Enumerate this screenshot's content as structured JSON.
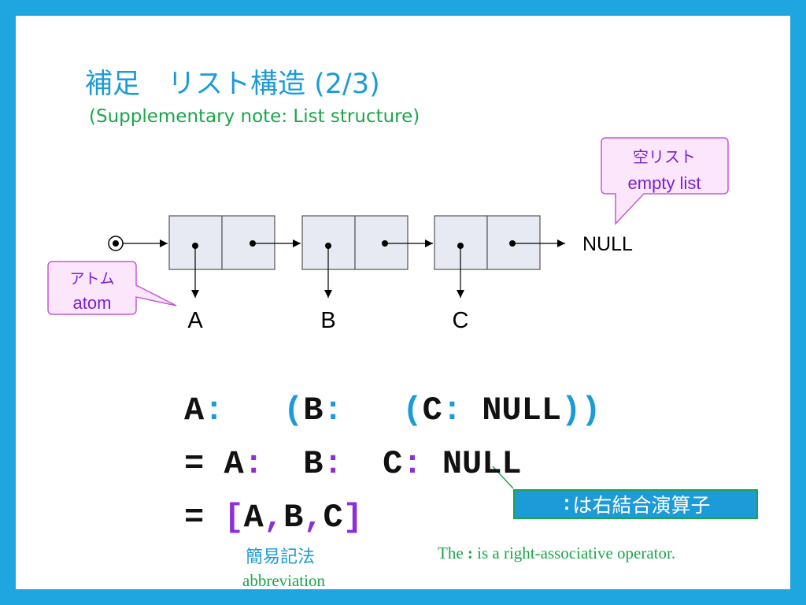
{
  "title": "補足　リスト構造 (2/3)",
  "subtitle": "(Supplementary note: List structure)",
  "diagram": {
    "nodes": [
      "A",
      "B",
      "C"
    ],
    "terminator": "NULL",
    "callout_empty": {
      "ja": "空リスト",
      "en": "empty list"
    },
    "callout_atom": {
      "ja": "アトム",
      "en": "atom"
    }
  },
  "code": {
    "line1": {
      "a": "A",
      "colon": ":",
      "open1": "(",
      "b": "B",
      "colon2": ":",
      "open2": "(",
      "c": "C",
      "colon3": ":",
      "null": "NULL",
      "close": "))"
    },
    "line2": {
      "eq": "=",
      "a": "A",
      "colon": ":",
      "b": "B",
      "colon2": ":",
      "c": "C",
      "colon3": ":",
      "null": "NULL"
    },
    "line3": {
      "eq": "=",
      "lbracket": "[",
      "a": "A",
      "comma1": ",",
      "b": "B",
      "comma2": ",",
      "c": "C",
      "rbracket": "]"
    }
  },
  "abbreviation": {
    "ja": "簡易記法",
    "en": "abbreviation"
  },
  "operator_note": {
    "symbol": ":",
    "ja": "は右結合演算子",
    "en_prefix": "The",
    "en_symbol": ":",
    "en_suffix": "is a right-associative operator."
  },
  "colors": {
    "border": "#1fa6e0",
    "title": "#1c9bd8",
    "subtitle": "#1aa64a",
    "callout_fill": "#fbe6fb",
    "callout_border": "#c45ad6",
    "callout_text": "#7a1fd1",
    "cell_fill": "#e7eaf3"
  }
}
